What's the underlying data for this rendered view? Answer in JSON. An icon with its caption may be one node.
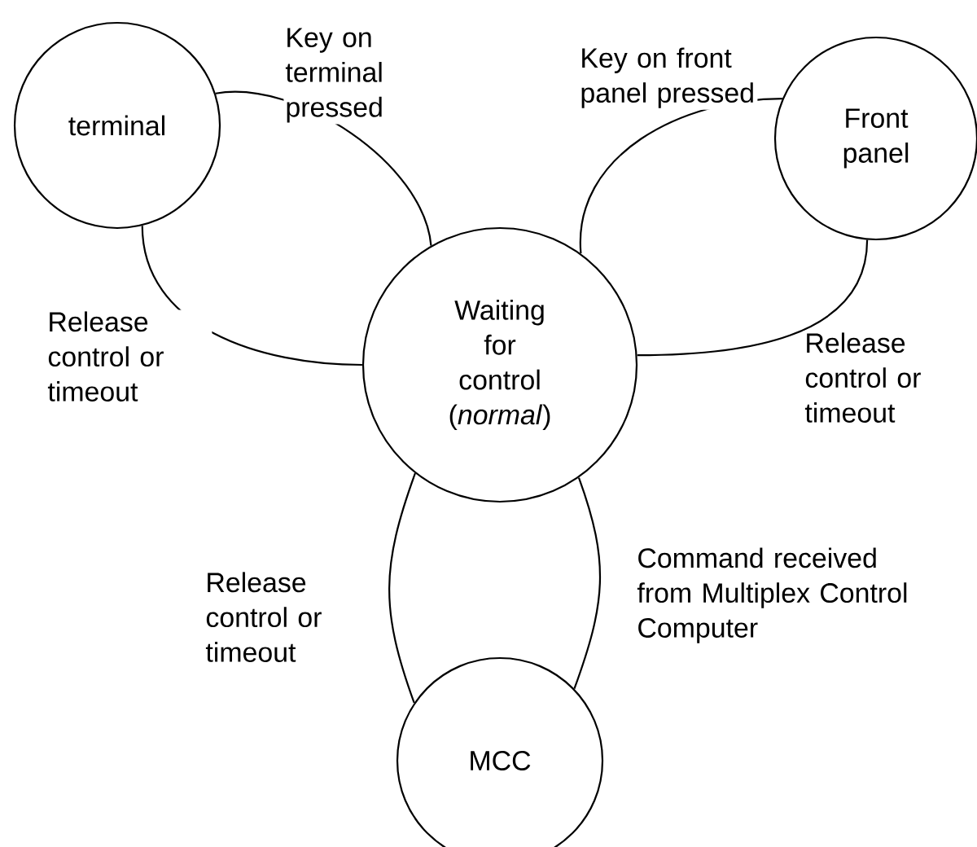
{
  "diagram": {
    "nodes": [
      {
        "text": [
          "terminal"
        ]
      },
      {
        "text": [
          "Waiting for control (*normal*)"
        ]
      },
      {
        "text": [
          "Front panel"
        ]
      },
      {
        "text": [
          "MCC"
        ]
      }
    ],
    "edges": [
      {
        "from": 0,
        "to": 1,
        "arrow": "none",
        "label": "Key on terminal pressed"
      },
      {
        "from": 1,
        "to": 0,
        "arrow": "none",
        "label": "Release control or timeout"
      },
      {
        "from": 1,
        "to": 2,
        "arrow": "none",
        "label": "Key on front panel pressed"
      },
      {
        "from": 2,
        "to": 1,
        "arrow": "none",
        "label": "Release control or timeout"
      },
      {
        "from": 1,
        "to": 3,
        "arrow": "none",
        "label": "Command received from Multiplex Control Computer"
      },
      {
        "from": 3,
        "to": 1,
        "arrow": "none",
        "label": "Release control or timeout"
      }
    ]
  }
}
